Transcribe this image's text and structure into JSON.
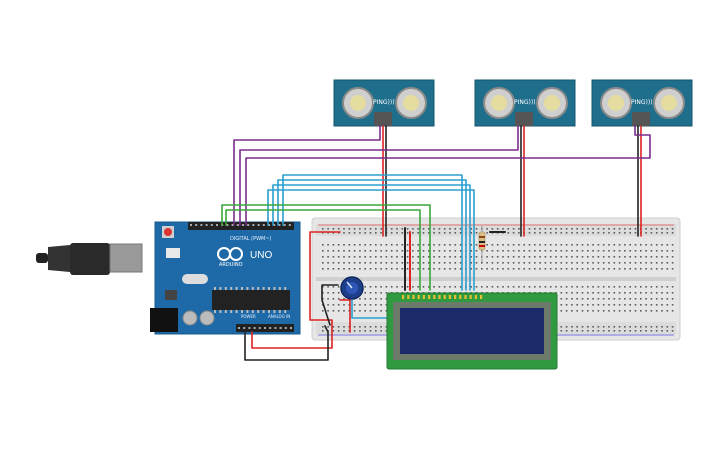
{
  "colors": {
    "background": "#ffffff",
    "arduino_board": "#1e6aa8",
    "sensor_board": "#1f6e8c",
    "breadboard": "#e9e9e9",
    "lcd_board": "#2f9a3f",
    "lcd_screen": "#1c2a6b",
    "wire_purple": "#7a2b8c",
    "wire_green": "#3aa63a",
    "wire_blue": "#2a9fd0",
    "wire_red": "#d22",
    "wire_black": "#222"
  },
  "arduino": {
    "brand": "ARDUINO",
    "model": "UNO",
    "header_digital": "DIGITAL (PWM~)",
    "header_power": "POWER",
    "header_analog": "ANALOG IN"
  },
  "sensors": [
    {
      "label": "PING)))"
    },
    {
      "label": "PING)))"
    },
    {
      "label": "PING)))"
    }
  ]
}
